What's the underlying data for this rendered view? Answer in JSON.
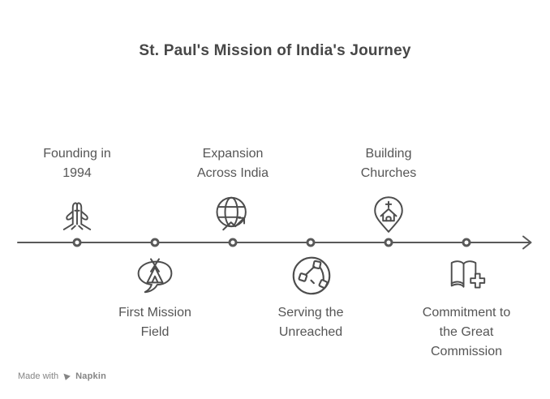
{
  "title": "St. Paul's Mission of India's Journey",
  "timeline": {
    "axis": "left-to-right arrow",
    "milestones": [
      {
        "id": "founding",
        "label": "Founding in 1994",
        "side": "above",
        "icon": "praying-hands-icon"
      },
      {
        "id": "first-mission",
        "label": "First Mission Field",
        "side": "below",
        "icon": "tent-speech-bubble-icon"
      },
      {
        "id": "expansion",
        "label": "Expansion Across India",
        "side": "above",
        "icon": "globe-growth-arrow-icon"
      },
      {
        "id": "serving",
        "label": "Serving the Unreached",
        "side": "below",
        "icon": "globe-network-icon"
      },
      {
        "id": "churches",
        "label": "Building Churches",
        "side": "above",
        "icon": "church-location-pin-icon"
      },
      {
        "id": "commission",
        "label": "Commitment to the Great Commission",
        "side": "below",
        "icon": "open-book-cross-icon"
      }
    ]
  },
  "watermark": {
    "prefix": "Made with",
    "brand": "Napkin",
    "icon": "napkin-logo-icon"
  },
  "colors": {
    "background": "#ffffff",
    "title": "#474747",
    "text": "#555555",
    "icon": "#4d4d4d",
    "line": "#595959",
    "watermark": "#858585"
  }
}
